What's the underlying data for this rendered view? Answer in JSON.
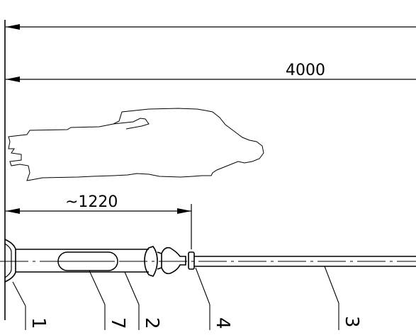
{
  "dimensions": {
    "overall_top": "",
    "overall": "4000",
    "handle_length": "~1220"
  },
  "callouts": [
    "1",
    "7",
    "2",
    "4",
    "3"
  ]
}
